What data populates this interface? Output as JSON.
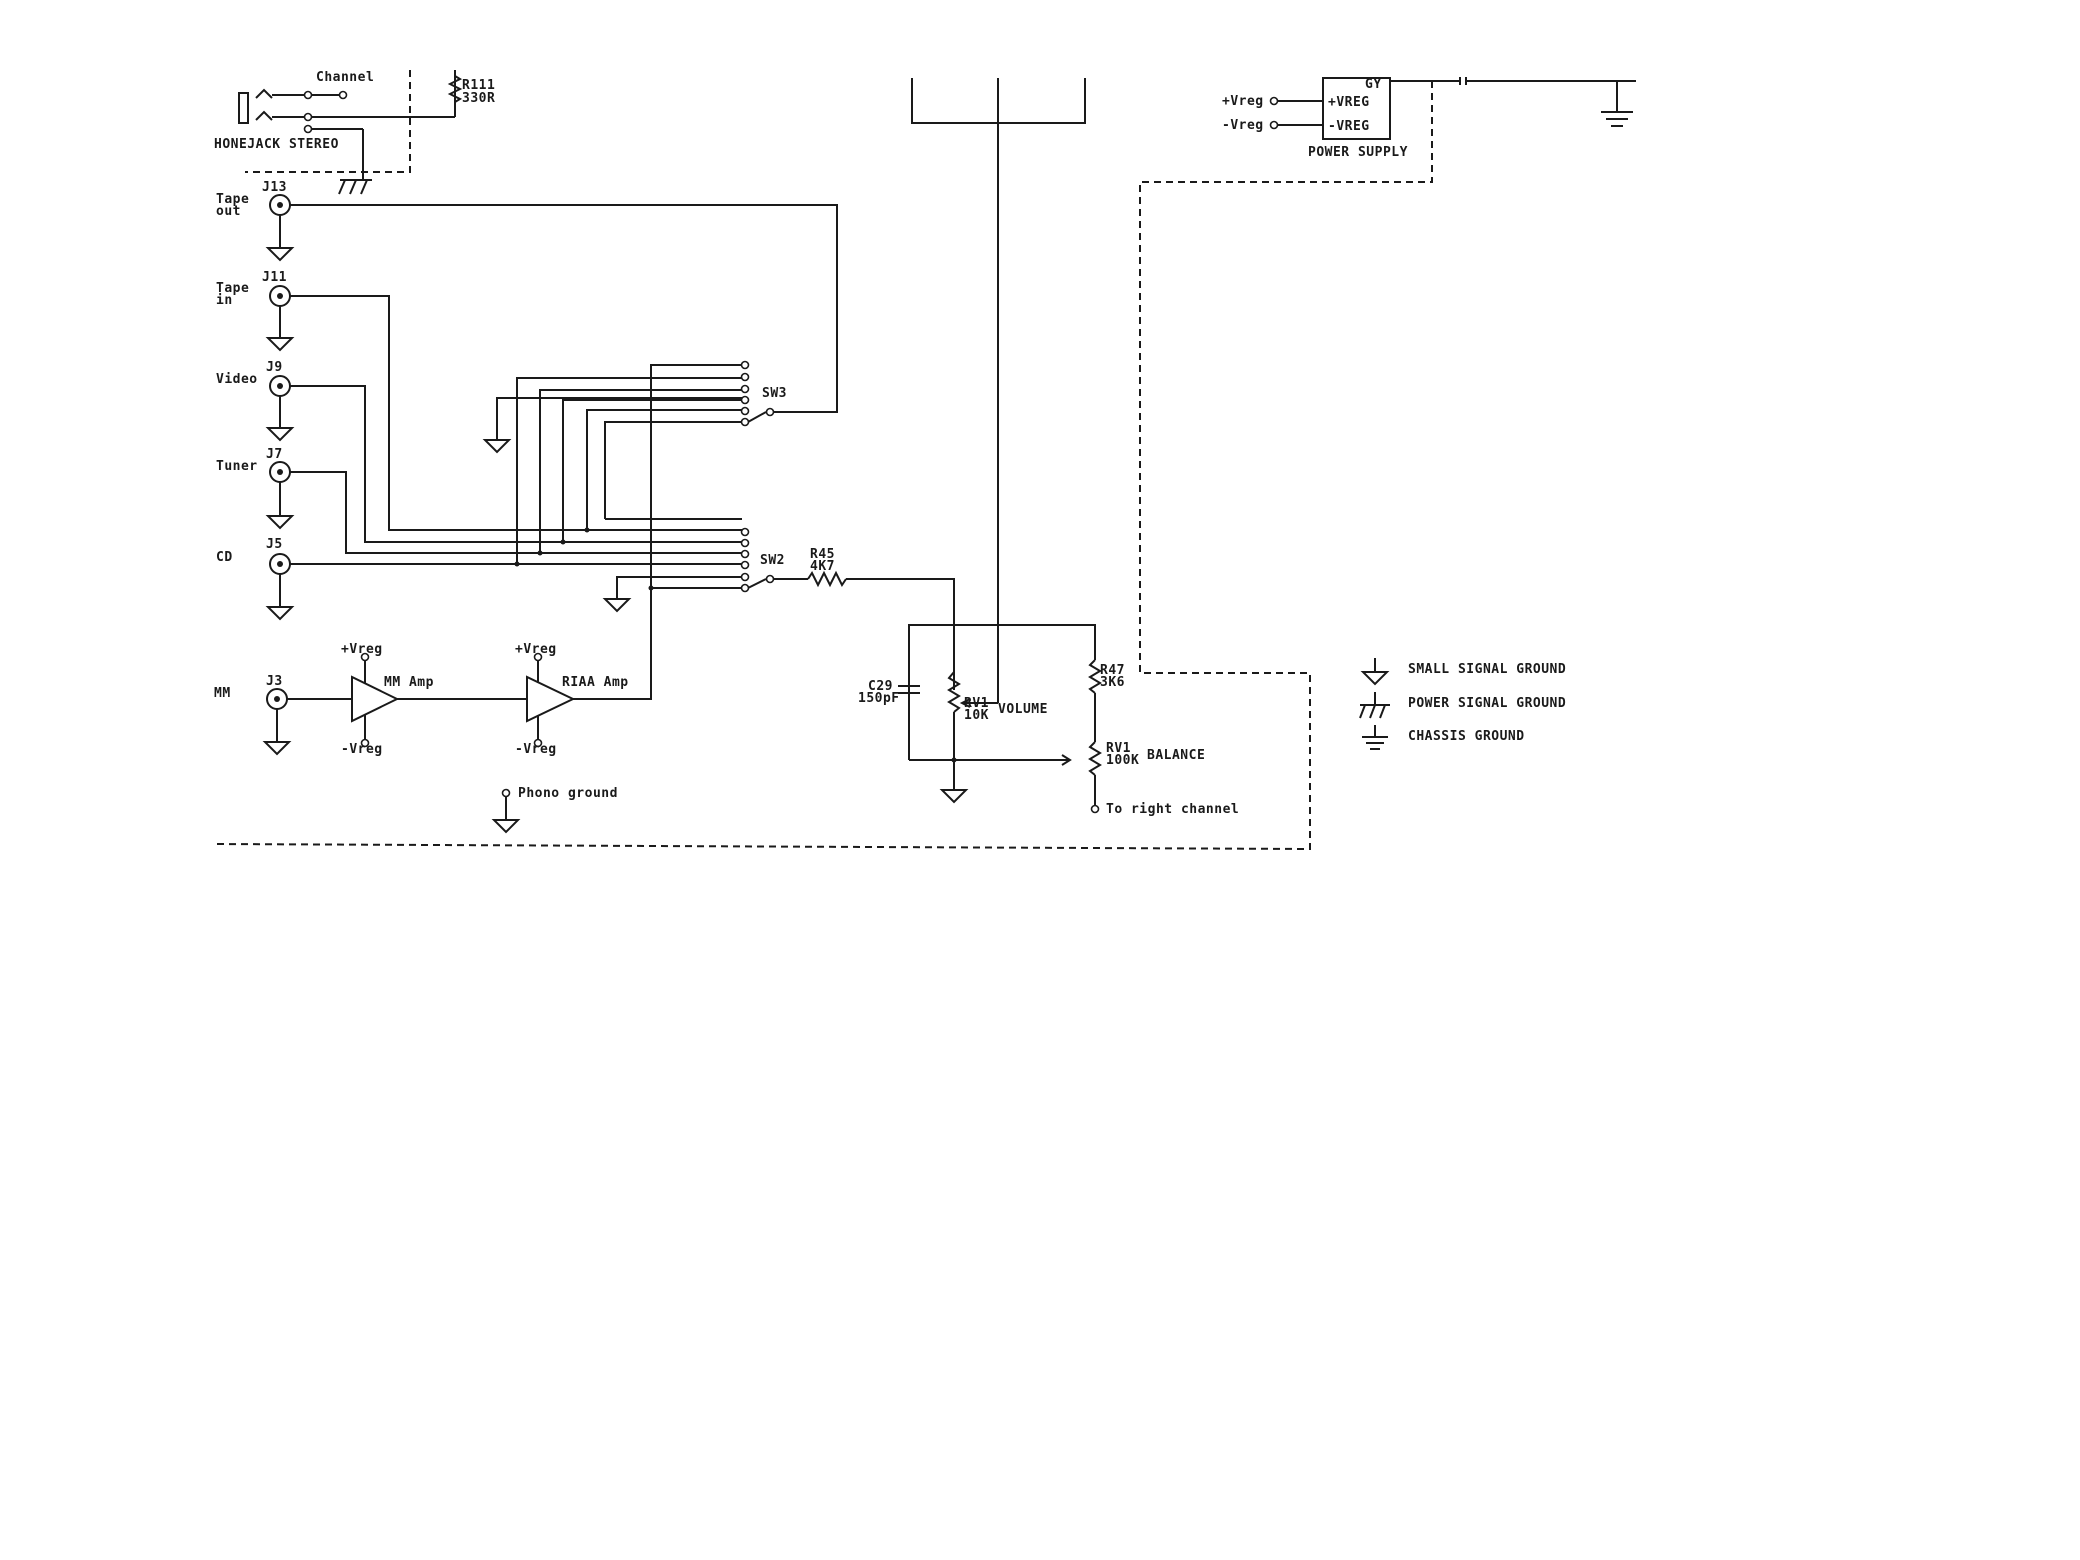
{
  "labels": {
    "channel": "Channel",
    "r111_name": "R111",
    "r111_value": "330R",
    "phonejack": "HONEJACK STEREO",
    "tape_out_1": "Tape",
    "tape_out_2": "out",
    "j13": "J13",
    "tape_in_1": "Tape",
    "tape_in_2": "in",
    "j11": "J11",
    "video": "Video",
    "j9": "J9",
    "tuner": "Tuner",
    "j7": "J7",
    "cd": "CD",
    "j5": "J5",
    "mm": "MM",
    "j3": "J3",
    "sw3": "SW3",
    "sw2": "SW2",
    "r45_name": "R45",
    "r45_value": "4K7",
    "vreg_pos_mm": "+Vreg",
    "vreg_neg_mm": "-Vreg",
    "mm_amp": "MM Amp",
    "vreg_pos_riaa": "+Vreg",
    "vreg_neg_riaa": "-Vreg",
    "riaa_amp": "RIAA Amp",
    "phono_ground": "Phono ground",
    "c29_name": "C29",
    "c29_value": "150pF",
    "rv1_vol_name": "RV1",
    "rv1_vol_value": "10K",
    "volume": "VOLUME",
    "r47_name": "R47",
    "r47_value": "3K6",
    "rv1_bal_name": "RV1",
    "rv1_bal_value": "100K",
    "balance": "BALANCE",
    "to_right_channel": "To right channel",
    "ps_vreg_pos": "+Vreg",
    "ps_vreg_neg": "-Vreg",
    "ps_gy": "GY",
    "ps_vreg_pos_pin": "+VREG",
    "ps_vreg_neg_pin": "-VREG",
    "power_supply": "POWER SUPPLY"
  },
  "legend": [
    {
      "symbol": "small-signal-ground-icon",
      "label": "SMALL SIGNAL GROUND"
    },
    {
      "symbol": "power-signal-ground-icon",
      "label": "POWER SIGNAL GROUND"
    },
    {
      "symbol": "chassis-ground-icon",
      "label": "CHASSIS GROUND"
    }
  ]
}
